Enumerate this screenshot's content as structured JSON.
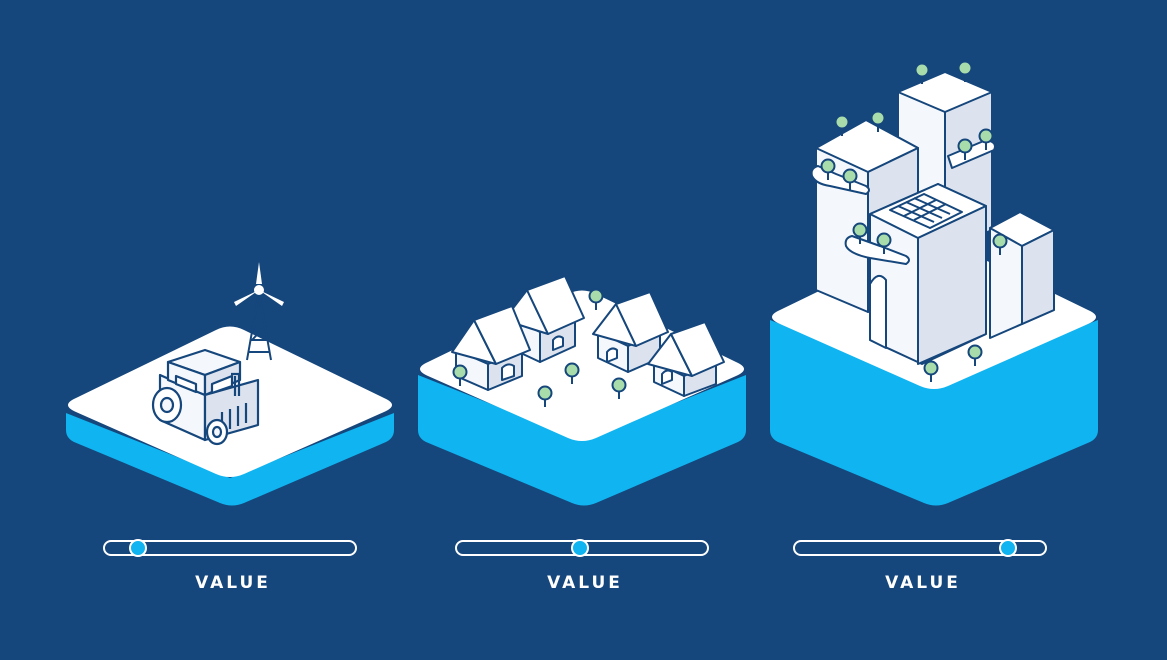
{
  "colors": {
    "background": "#15467c",
    "outline": "#15467c",
    "platform_top": "#ffffff",
    "platform_side": "#10b4f0",
    "building": "#f4f7fb",
    "shade": "#dde3ee",
    "tree": "#a8dcaa",
    "slider_track": "#ffffff",
    "slider_thumb": "#10b4f0"
  },
  "panels": [
    {
      "scene": "farm-tractor-windmill",
      "label": "VALUE",
      "slider_value": 0.13
    },
    {
      "scene": "village-houses",
      "label": "VALUE",
      "slider_value": 0.49
    },
    {
      "scene": "city-skyscrapers",
      "label": "VALUE",
      "slider_value": 0.85
    }
  ]
}
